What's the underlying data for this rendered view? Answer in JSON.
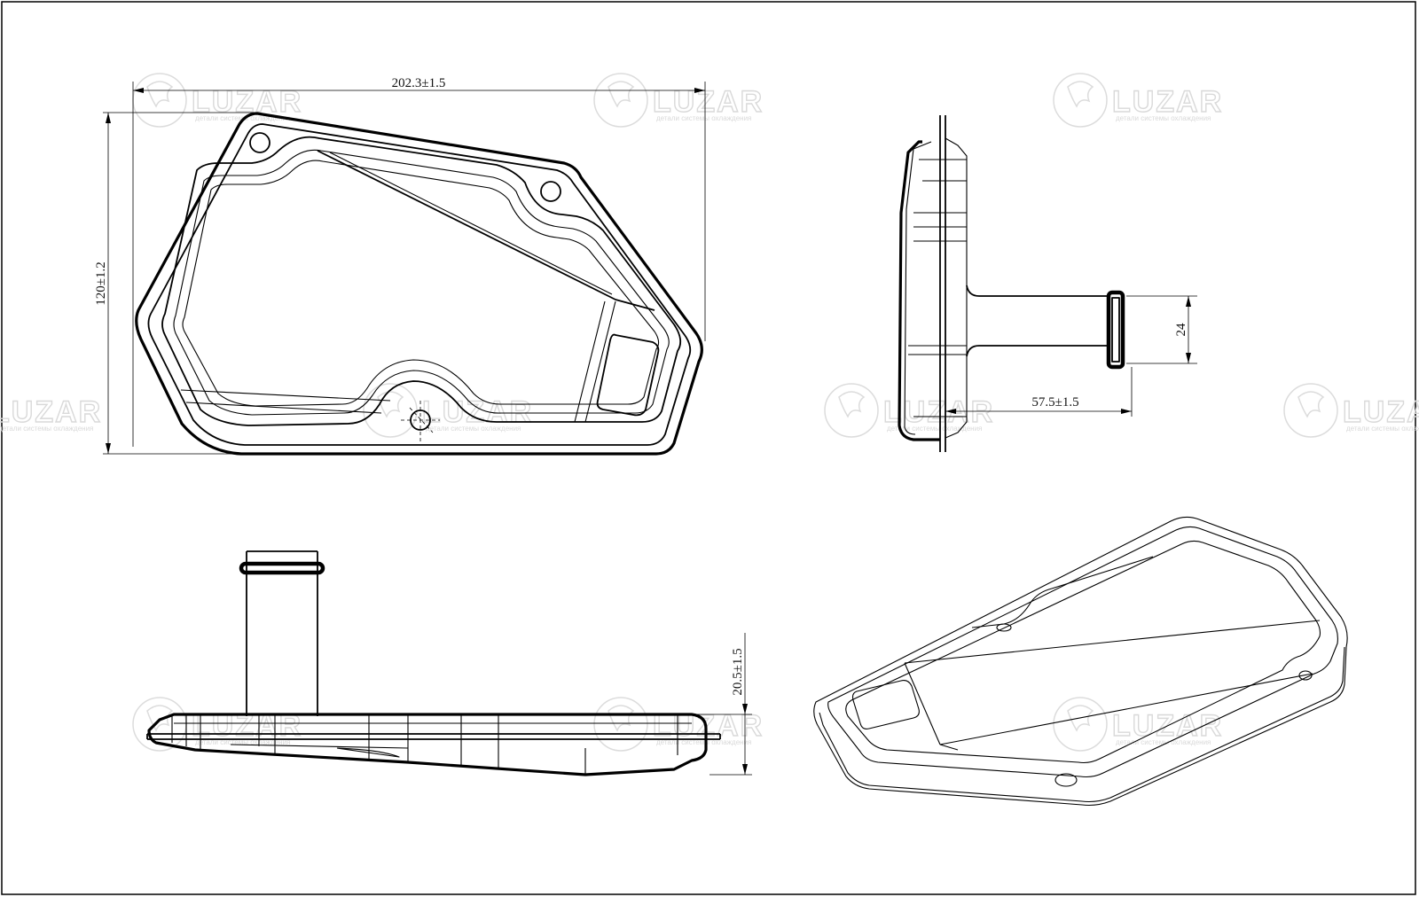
{
  "brand": {
    "name": "LUZAR",
    "tagline": "детали системы охлаждения"
  },
  "dimensions": {
    "length": "202.3±1.5",
    "width": "120±1.2",
    "outlet_diameter": "24",
    "outlet_length": "57.5±1.5",
    "height": "20.5±1.5"
  }
}
